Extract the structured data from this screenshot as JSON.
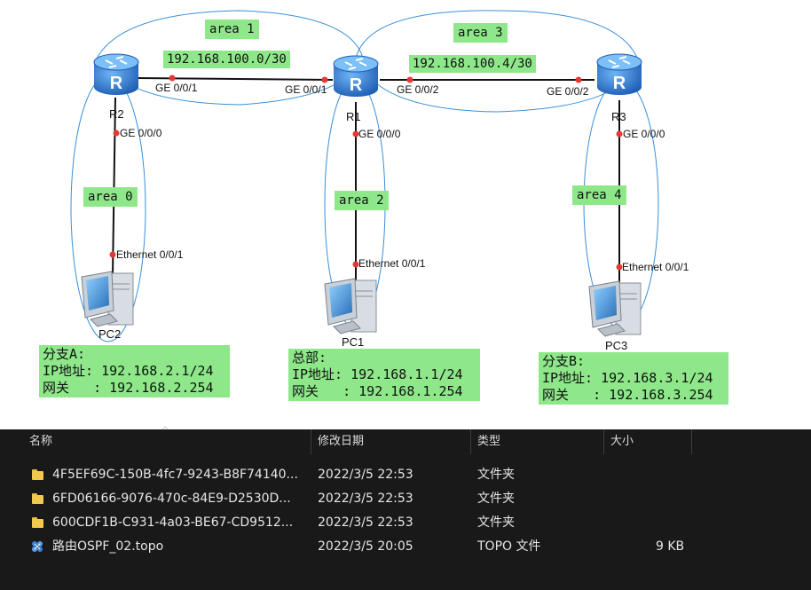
{
  "topology": {
    "routers": [
      {
        "name": "R2"
      },
      {
        "name": "R1"
      },
      {
        "name": "R3"
      }
    ],
    "pcs": [
      {
        "name": "PC2"
      },
      {
        "name": "PC1"
      },
      {
        "name": "PC3"
      }
    ],
    "networks": [
      "192.168.100.0/30",
      "192.168.100.4/30"
    ],
    "areas": [
      "area 1",
      "area 3",
      "area 0",
      "area 2",
      "area 4"
    ],
    "ports": {
      "r2_ge001": "GE 0/0/1",
      "r1_ge001": "GE 0/0/1",
      "r1_ge002": "GE 0/0/2",
      "r3_ge002": "GE 0/0/2",
      "r2_ge000": "GE 0/0/0",
      "r1_ge000": "GE 0/0/0",
      "r3_ge000": "GE 0/0/0",
      "pc2_eth": "Ethernet 0/0/1",
      "pc1_eth": "Ethernet 0/0/1",
      "pc3_eth": "Ethernet 0/0/1"
    },
    "info_boxes": [
      {
        "title": "分支A:",
        "ip": "IP地址: 192.168.2.1/24",
        "gw": "网关   : 192.168.2.254"
      },
      {
        "title": "总部:",
        "ip": "IP地址: 192.168.1.1/24",
        "gw": "网关   : 192.168.1.254"
      },
      {
        "title": "分支B:",
        "ip": "IP地址: 192.168.3.1/24",
        "gw": "网关   : 192.168.3.254"
      }
    ],
    "colors": {
      "link": "#111111",
      "area_ring": "#3a8fd8",
      "port_dot": "#e53935",
      "label_bg": "#8ee88a",
      "router": "#2f7fd6"
    }
  },
  "explorer": {
    "columns": [
      "名称",
      "修改日期",
      "类型",
      "大小"
    ],
    "rows": [
      {
        "name": "4F5EF69C-150B-4fc7-9243-B8F74140...",
        "date": "2022/3/5 22:53",
        "type": "文件夹",
        "size": "",
        "icon": "folder-icon"
      },
      {
        "name": "6FD06166-9076-470c-84E9-D2530D...",
        "date": "2022/3/5 22:53",
        "type": "文件夹",
        "size": "",
        "icon": "folder-icon"
      },
      {
        "name": "600CDF1B-C931-4a03-BE67-CD9512...",
        "date": "2022/3/5 22:53",
        "type": "文件夹",
        "size": "",
        "icon": "folder-icon"
      },
      {
        "name": "路由OSPF_02.topo",
        "date": "2022/3/5 20:05",
        "type": "TOPO 文件",
        "size": "9 KB",
        "icon": "topo-file-icon"
      }
    ],
    "colors": {
      "background": "#191919",
      "text": "#e6e6e6",
      "folder": "#f2c94c"
    }
  }
}
